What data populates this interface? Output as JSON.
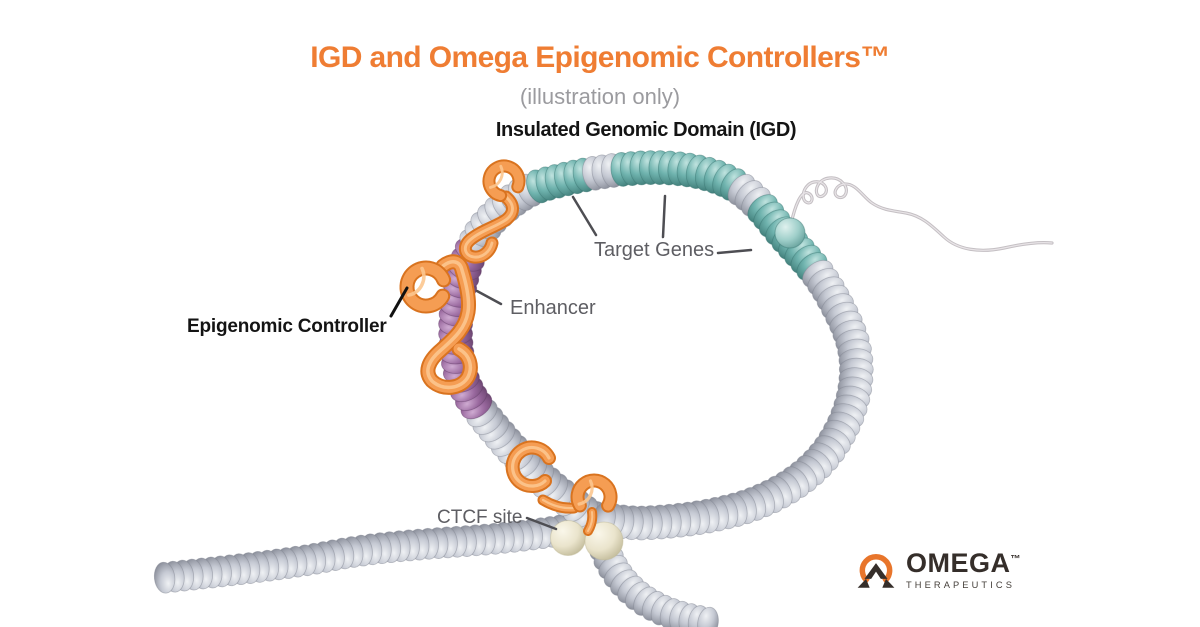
{
  "header": {
    "title": "IGD and Omega Epigenomic Controllers™",
    "subtitle": "(illustration only)"
  },
  "diagram": {
    "igd_label": "Insulated Genomic Domain (IGD)",
    "labels": {
      "target_genes": "Target Genes",
      "enhancer": "Enhancer",
      "epigenomic_controller": "Epigenomic Controller",
      "ctcf_site": "CTCF site"
    }
  },
  "logo": {
    "name": "OMEGA",
    "tm": "™",
    "subtext": "THERAPEUTICS"
  },
  "colors": {
    "title_orange": "#EF7D33",
    "subtitle_gray": "#9B9B9F",
    "label_gray": "#5E5E63",
    "label_black": "#141414",
    "leader_gray": "#4E4E53",
    "leader_black": "#111111",
    "chromatin_gray": "#C5C9D3",
    "chromatin_gray_light": "#EFF1F4",
    "chromatin_gray_dark": "#818591",
    "gene_teal": "#6FB3AE",
    "gene_teal_light": "#C0E3DF",
    "gene_teal_dark": "#3A7672",
    "enhancer_purple": "#99689E",
    "enhancer_purple_light": "#CFABD2",
    "enhancer_purple_dark": "#623E67",
    "ctcf_cream": "#EAE4CC",
    "ctcf_cream_light": "#FAF7EA",
    "ctcf_cream_dark": "#BEB795",
    "controller_orange": "#F59D53",
    "controller_orange_light": "#FCC78F",
    "controller_orange_dark": "#D9731F",
    "free_dna_gray": "#C4BFC3",
    "logo_orange": "#E8752B",
    "logo_dark": "#352E2A",
    "logo_sub": "#46403B"
  }
}
